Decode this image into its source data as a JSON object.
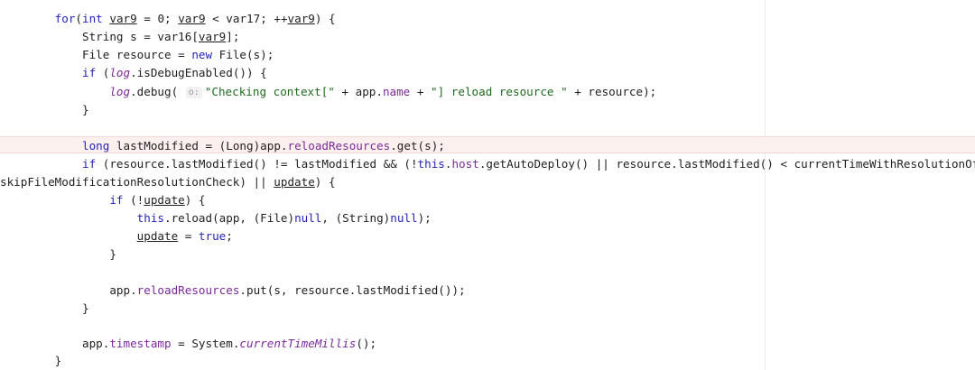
{
  "tokens": {
    "kw_for": "for",
    "kw_int": "int",
    "kw_new": "new",
    "kw_if": "if",
    "kw_long": "long",
    "kw_this": "this",
    "kw_null": "null",
    "kw_true": "true",
    "var9": "var9",
    "update": "update",
    "log": "log",
    "fld_name": "name",
    "fld_reload_resources": "reloadResources",
    "fld_host": "host",
    "fld_timestamp": "timestamp",
    "fld_current_time_millis": "currentTimeMillis",
    "hint_o": "o:",
    "str_checking_context": "\"Checking context[\"",
    "str_reload_resource": "\"] reload resource \""
  },
  "code": {
    "l1_a": "(",
    "l1_b": " ",
    "l1_c": " = 0; ",
    "l1_d": " < var17; ++",
    "l1_e": ") {",
    "l2_a": "String s = var16[",
    "l2_b": "];",
    "l3_a": "File resource = ",
    "l3_b": " File(s);",
    "l4_a": " (",
    "l4_b": ".isDebugEnabled()) {",
    "l5_a": ".debug( ",
    "l5_b": " + app.",
    "l5_c": " + ",
    "l5_d": " + resource);",
    "l6": "}",
    "l8_a": " lastModified = (Long)app.",
    "l8_b": ".get(s);",
    "l9_a": " (resource.lastModified() != lastModified && (!",
    "l9_b": ".",
    "l9_c": ".getAutoDeploy() || resource.lastModified() < currentTimeWithResolutionOffset ||",
    "l10_a": "skipFileModificationResolutionCheck) || ",
    "l10_b": ") {",
    "l11_a": " (!",
    "l11_b": ") {",
    "l12_a": ".reload(app, (File)",
    "l12_b": ", (String)",
    "l12_c": ");",
    "l13_a": " = ",
    "l13_b": ";",
    "l14": "}",
    "l16_a": "app.",
    "l16_b": ".put(s, resource.lastModified());",
    "l17": "}",
    "l19_a": "app.",
    "l19_b": " = System.",
    "l19_c": "();",
    "l20": "}"
  }
}
